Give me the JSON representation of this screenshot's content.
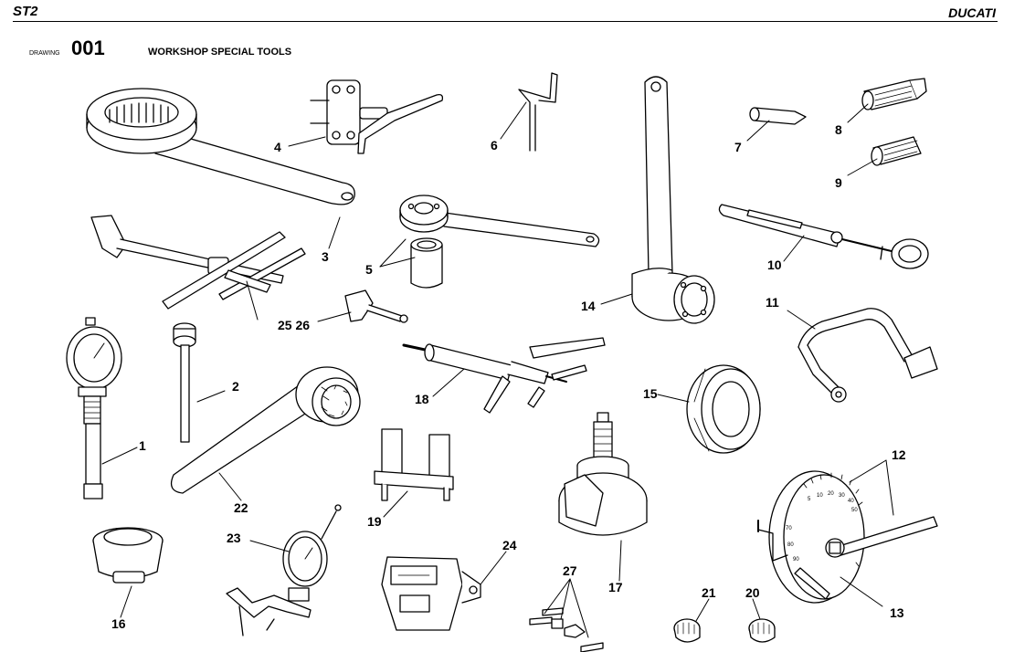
{
  "header": {
    "model": "ST2",
    "brand": "DUCATI"
  },
  "drawing": {
    "label": "DRAWING",
    "number": "001",
    "title": "WORKSHOP SPECIAL TOOLS"
  },
  "callouts": {
    "c1": "1",
    "c2": "2",
    "c3": "3",
    "c4": "4",
    "c5": "5",
    "c6": "6",
    "c7": "7",
    "c8": "8",
    "c9": "9",
    "c10": "10",
    "c11": "11",
    "c12": "12",
    "c13": "13",
    "c14": "14",
    "c15": "15",
    "c16": "16",
    "c17": "17",
    "c18": "18",
    "c19": "19",
    "c20": "20",
    "c21": "21",
    "c22": "22",
    "c23": "23",
    "c24": "24",
    "c25_26": "25 26",
    "c27": "27"
  }
}
